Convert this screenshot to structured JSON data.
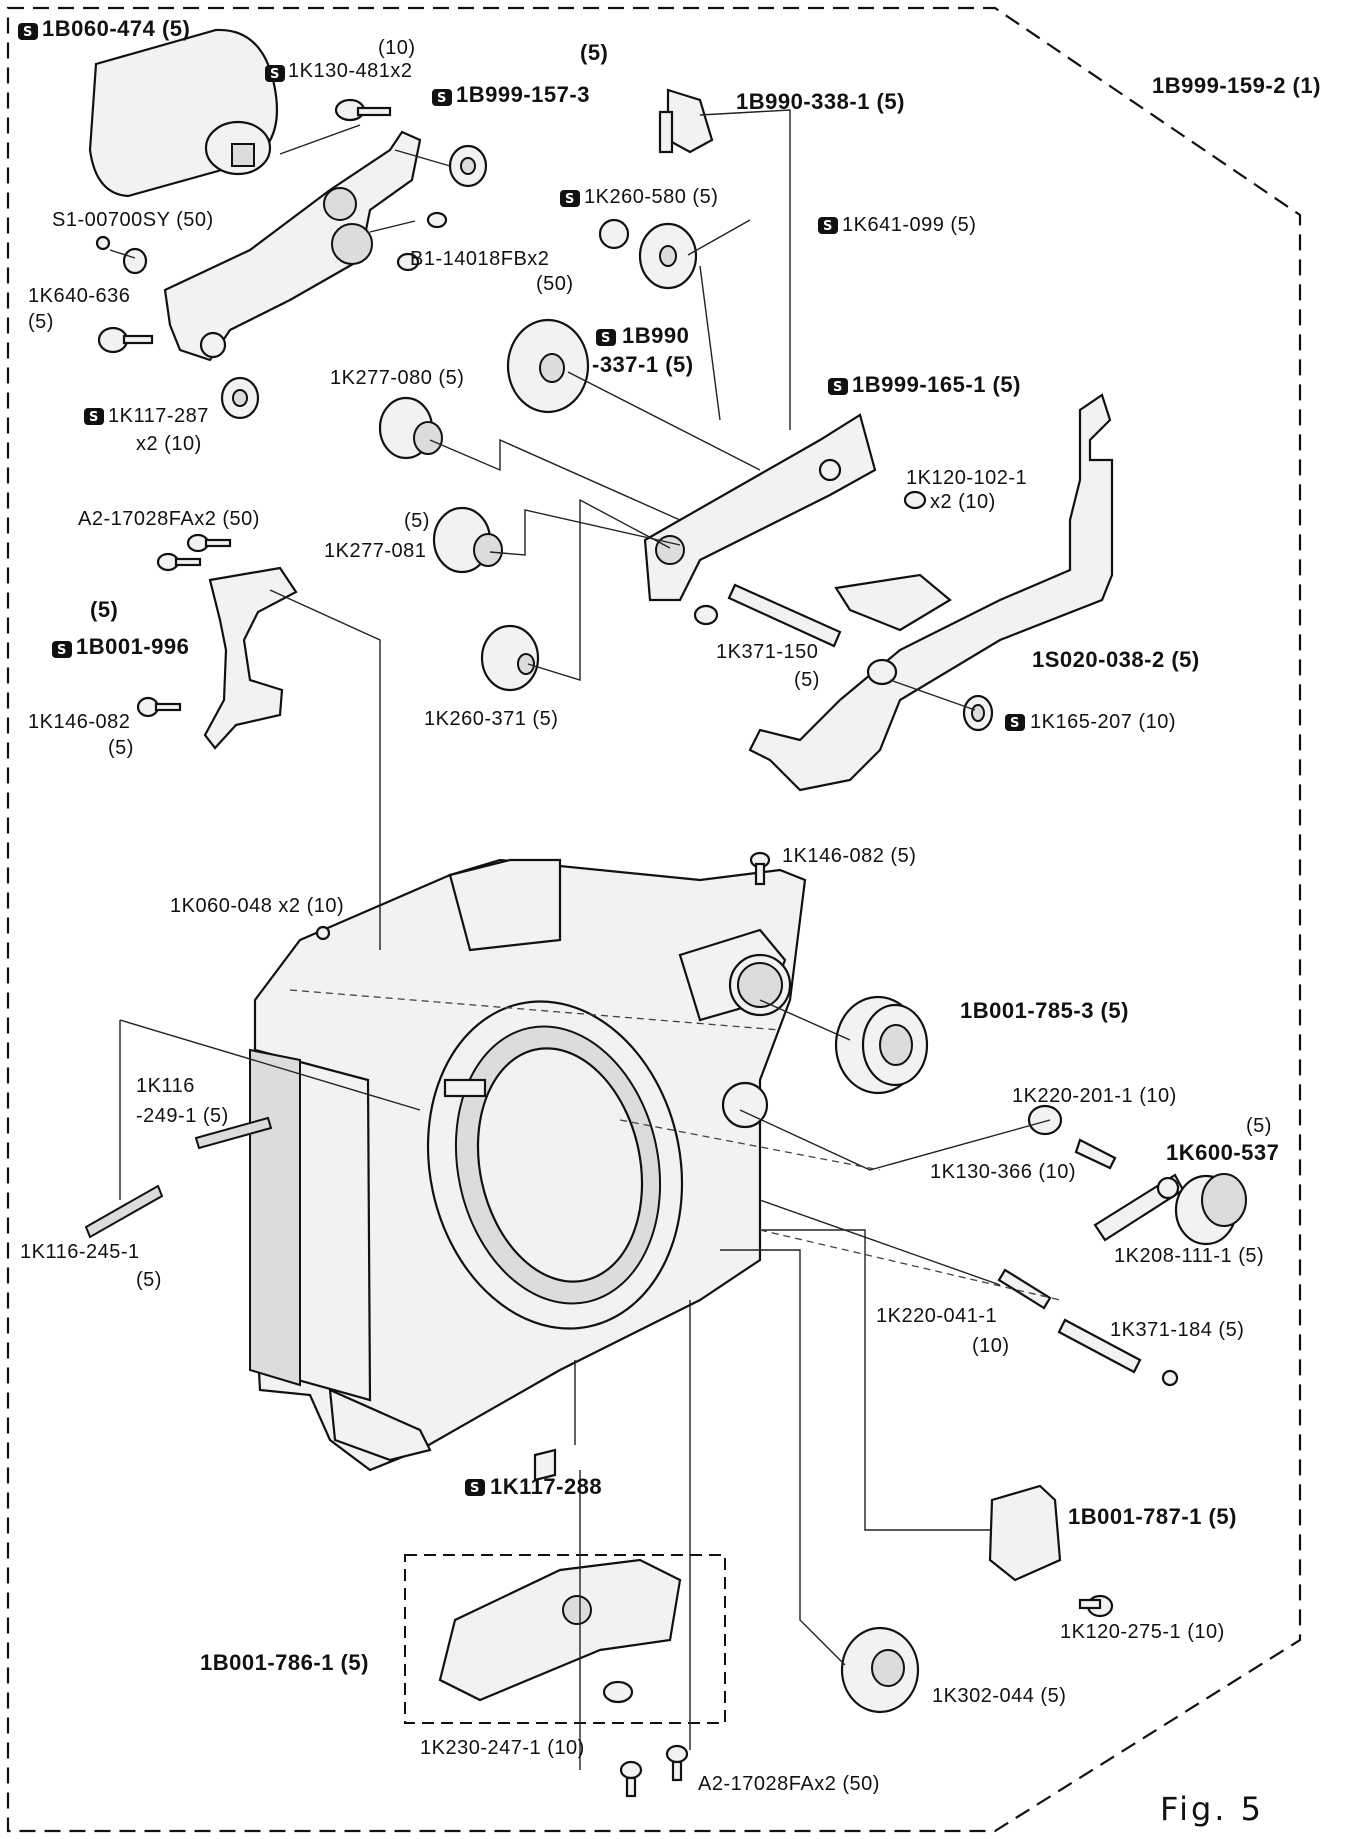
{
  "figure_label": "Fig. 5",
  "labels": {
    "motor": "1B060-474 (5)",
    "screw_130": "1K130-481x2",
    "screw_130_qty": "(10)",
    "plate_157_qty": "(5)",
    "plate_157": "1B999-157-3",
    "group": "1B999-159-2 (1)",
    "switch_338": "1B990-338-1 (5)",
    "gear_580": "1K260-580 (5)",
    "disc_641": "1K641-099 (5)",
    "washer_s1": "S1-00700SY (50)",
    "screw_b1": "B1-14018FBx2",
    "screw_b1_qty": "(50)",
    "collar_636": "1K640-636",
    "collar_636_qty": "(5)",
    "gear_337_a": "1B990",
    "gear_337_b": "-337-1 (5)",
    "gear_080": "1K277-080 (5)",
    "plate_165": "1B999-165-1 (5)",
    "roller_287": "1K117-287",
    "roller_287_qty": "x2 (10)",
    "screw_102": "1K120-102-1",
    "screw_102_qty": "x2 (10)",
    "screw_a2_top": "A2-17028FAx2 (50)",
    "gear_081_qty": "(5)",
    "gear_081": "1K277-081",
    "bracket_996_qty": "(5)",
    "bracket_996": "1B001-996",
    "shaft_150": "1K371-150",
    "shaft_150_qty": "(5)",
    "lever_038": "1S020-038-2 (5)",
    "screw_146_left": "1K146-082",
    "screw_146_left_qty": "(5)",
    "gear_371": "1K260-371 (5)",
    "washer_207": "1K165-207 (10)",
    "screw_146_top": "1K146-082 (5)",
    "washer_048": "1K060-048 x2 (10)",
    "ring_785": "1B001-785-3 (5)",
    "pad_249_a": "1K116",
    "pad_249_b": "-249-1 (5)",
    "spring_201": "1K220-201-1 (10)",
    "knob_537_qty": "(5)",
    "knob_537": "1K600-537",
    "pin_366": "1K130-366 (10)",
    "pad_245": "1K116-245-1",
    "pad_245_qty": "(5)",
    "lever_111": "1K208-111-1 (5)",
    "spring_041": "1K220-041-1",
    "spring_041_qty": "(10)",
    "shaft_184": "1K371-184 (5)",
    "sheet_288": "1K117-288",
    "switch_787": "1B001-787-1 (5)",
    "lever_786": "1B001-786-1 (5)",
    "screw_275": "1K120-275-1 (10)",
    "cam_044": "1K302-044 (5)",
    "spring_247": "1K230-247-1 (10)",
    "screw_a2_bottom": "A2-17028FAx2 (50)"
  }
}
